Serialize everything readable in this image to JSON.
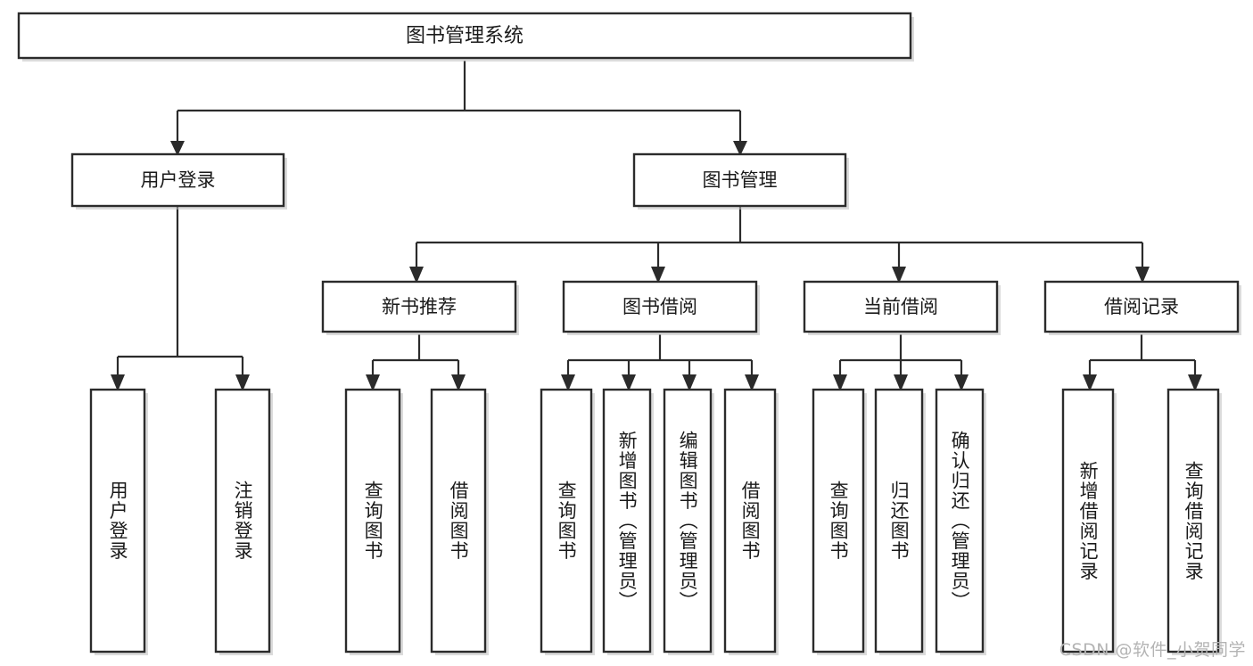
{
  "diagram": {
    "type": "tree",
    "title": "图书管理系统",
    "orientation": "top-down",
    "colors": {
      "box_stroke": "#2b2b2b",
      "box_fill": "#ffffff",
      "connector": "#2b2b2b",
      "text": "#1a1a1a",
      "watermark": "#b4b4b4",
      "background": "#ffffff"
    },
    "root": {
      "label": "图书管理系统"
    },
    "level1": [
      {
        "label": "用户登录"
      },
      {
        "label": "图书管理"
      }
    ],
    "level2": [
      {
        "label": "新书推荐"
      },
      {
        "label": "图书借阅"
      },
      {
        "label": "当前借阅"
      },
      {
        "label": "借阅记录"
      }
    ],
    "leaves": {
      "user_login": [
        {
          "label": "用户登录"
        },
        {
          "label": "注销登录"
        }
      ],
      "new_book_recommend": [
        {
          "label": "查询图书"
        },
        {
          "label": "借阅图书"
        }
      ],
      "book_borrow": [
        {
          "label": "查询图书"
        },
        {
          "label": "新增图书（管理员）"
        },
        {
          "label": "编辑图书（管理员）"
        },
        {
          "label": "借阅图书"
        }
      ],
      "current_borrow": [
        {
          "label": "查询图书"
        },
        {
          "label": "归还图书"
        },
        {
          "label": "确认归还（管理员）"
        }
      ],
      "borrow_record": [
        {
          "label": "新增借阅记录"
        },
        {
          "label": "查询借阅记录"
        }
      ]
    }
  },
  "watermark": {
    "text": "CSDN @软件_小贺同学"
  }
}
